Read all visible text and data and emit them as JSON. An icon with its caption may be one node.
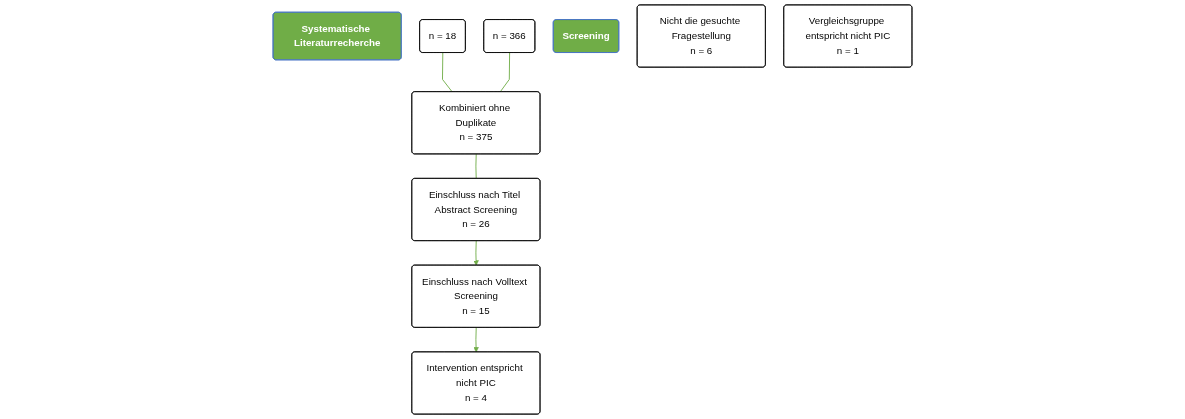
{
  "diagram": {
    "nodes": [
      {
        "text": [
          "Systematische Literaturrecherche"
        ]
      },
      {
        "text": [
          "n = 18"
        ]
      },
      {
        "text": [
          "n = 366"
        ]
      },
      {
        "text": [
          "Kombiniert ohne Duplikate",
          "n = 375"
        ]
      },
      {
        "text": [
          "Screening"
        ]
      },
      {
        "text": [
          "Einschluss nach Titel Abstract Screening",
          "n = 26"
        ]
      },
      {
        "text": [
          "Einschluss nach Volltext Screening",
          "n = 15"
        ]
      },
      {
        "text": [
          "Intervention entspricht nicht PIC",
          "n = 4"
        ]
      },
      {
        "text": [
          "Nicht die gesuchte Fragestellung",
          "n = 6"
        ]
      },
      {
        "text": [
          "Vergleichsgruppe entspricht nicht PIC",
          "n = 1"
        ]
      }
    ],
    "edges": [
      {
        "from": 1,
        "to": 3,
        "arrow": "none"
      },
      {
        "from": 2,
        "to": 3,
        "arrow": "none"
      },
      {
        "from": 3,
        "to": 5,
        "arrow": "none"
      },
      {
        "from": 5,
        "to": 6,
        "arrow": "to"
      },
      {
        "from": 6,
        "to": 7,
        "arrow": "to"
      }
    ]
  }
}
